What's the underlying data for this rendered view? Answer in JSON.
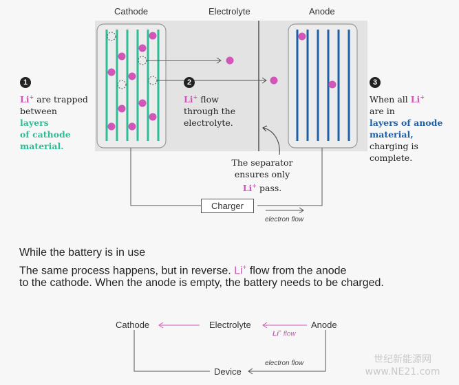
{
  "headers": {
    "cathode": "Cathode",
    "electrolyte": "Electrolyte",
    "anode": "Anode"
  },
  "step1": {
    "number": "1",
    "li": "Li",
    "sup": "+",
    "text_a": "are trapped",
    "text_b": "between",
    "highlight_a": "layers",
    "highlight_b": "of cathode",
    "highlight_c": "material."
  },
  "step2": {
    "number": "2",
    "li": "Li",
    "sup": "+",
    "text_a": "flow",
    "text_b": "through the",
    "text_c": "electrolyte."
  },
  "step3": {
    "number": "3",
    "line_a": "When all",
    "li": "Li",
    "sup": "+",
    "line_b": "are in",
    "highlight_a": "layers of anode",
    "highlight_b": "material,",
    "line_c": "charging is",
    "line_d": "complete."
  },
  "separator_note": {
    "line_a": "The separator",
    "line_b": "ensures only",
    "li": "Li",
    "sup": "+",
    "line_c": "pass."
  },
  "charger_label": "Charger",
  "electron_flow": "electron flow",
  "in_use": {
    "heading": "While the battery is in use",
    "line_a_pre": "The same process happens, but in reverse.",
    "li": "Li",
    "sup": "+",
    "line_a_post": "flow from the anode",
    "line_b": "to the cathode. When the anode is empty, the battery needs to be charged."
  },
  "bottom": {
    "cathode": "Cathode",
    "electrolyte": "Electrolyte",
    "anode": "Anode",
    "li": "Li",
    "sup": "+",
    "flow": "flow",
    "device": "Device",
    "electron_flow": "electron flow"
  },
  "watermark": "世纪新能源网 www.NE21.com",
  "colors": {
    "li_ion": "#d156b8",
    "cathode_layer": "#2ebd95",
    "anode_layer": "#1d5fa6"
  }
}
